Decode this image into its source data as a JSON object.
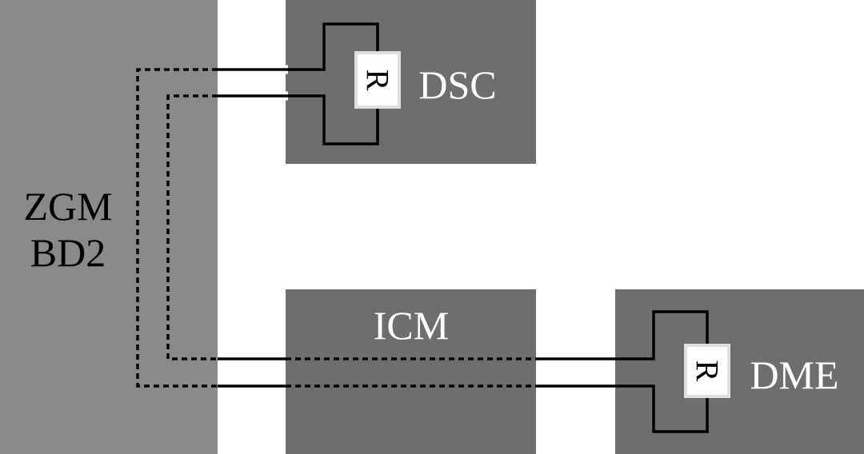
{
  "diagram": {
    "modules": {
      "zgm": {
        "line1": "ZGM",
        "line2": "BD2"
      },
      "dsc": {
        "label": "DSC",
        "resistor": "R"
      },
      "icm": {
        "label": "ICM"
      },
      "dme": {
        "label": "DME",
        "resistor": "R"
      }
    }
  },
  "colors": {
    "background": "#ffffff",
    "zgm_fill": "#8a8a8a",
    "module_fill": "#6e6e6e",
    "wire": "#000000",
    "wire_halo": "#ffffff",
    "label_dark": "#000000",
    "label_light": "#ffffff"
  }
}
